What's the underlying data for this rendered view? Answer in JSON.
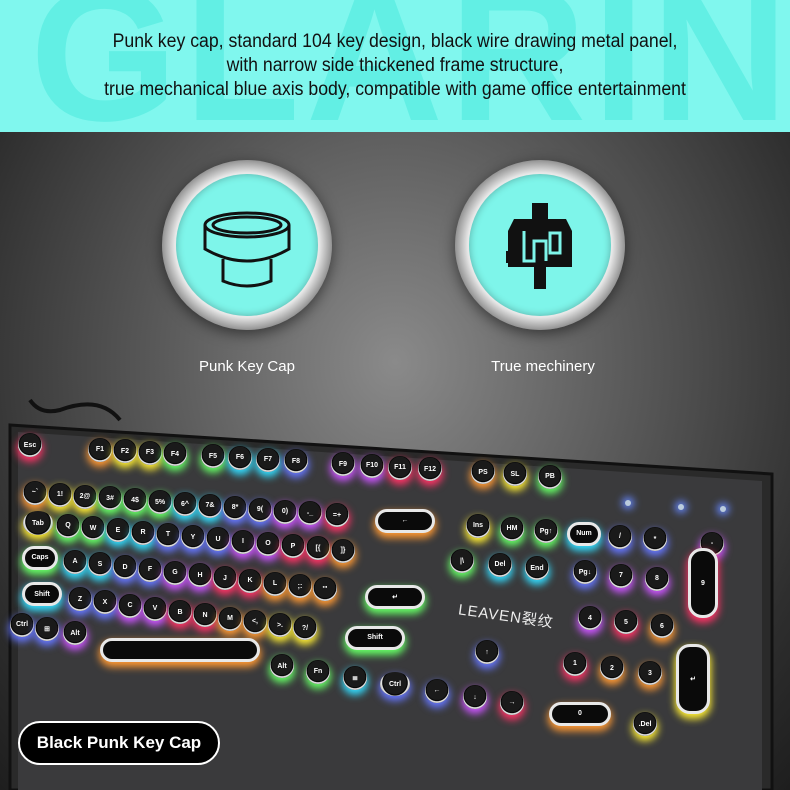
{
  "banner": {
    "watermark": "GLARING",
    "lines": [
      "Punk key cap, standard 104 key design, black wire drawing metal panel,",
      "with narrow side thickened frame structure,",
      "true mechanical blue axis body, compatible with game office entertainment"
    ]
  },
  "features": [
    {
      "label": "Punk Key Cap",
      "icon": "keycap-icon"
    },
    {
      "label": "True mechinery",
      "icon": "switch-icon"
    }
  ],
  "keyboard": {
    "brand": "LEAVEN裂纹",
    "rows": [
      [
        "Esc",
        "F1",
        "F2",
        "F3",
        "F4",
        "F5",
        "F6",
        "F7",
        "F8",
        "F9",
        "F10",
        "F11",
        "F12",
        "PS",
        "SL",
        "PB"
      ],
      [
        "~`",
        "1!",
        "2@",
        "3#",
        "4$",
        "5%",
        "6^",
        "7&",
        "8*",
        "9(",
        "0)",
        "-_",
        "=+",
        "←",
        "Ins",
        "HM",
        "Pg↑",
        "Num",
        "/",
        "*",
        "-"
      ],
      [
        "Tab",
        "Q",
        "W",
        "E",
        "R",
        "T",
        "Y",
        "U",
        "I",
        "O",
        "P",
        "[{",
        "]}",
        "|\\",
        "Del",
        "End",
        "Pg↓",
        "7",
        "8",
        "9",
        "+"
      ],
      [
        "Caps",
        "A",
        "S",
        "D",
        "F",
        "G",
        "H",
        "J",
        "K",
        "L",
        ";:",
        "'\"",
        "↵",
        "4",
        "5",
        "6"
      ],
      [
        "Shift",
        "Z",
        "X",
        "C",
        "V",
        "B",
        "N",
        "M",
        "<,",
        ">.",
        "?/",
        "Shift",
        "↑",
        "1",
        "2",
        "3",
        "↵"
      ],
      [
        "Ctrl",
        "⊞",
        "Alt",
        "",
        "Alt",
        "Fn",
        "≣",
        "Ctrl",
        "←",
        "↓",
        "→",
        "0",
        ".Del"
      ]
    ]
  },
  "badge": "Black Punk Key Cap",
  "colors": {
    "accent": "#80f7ee",
    "dark": "#000000"
  }
}
